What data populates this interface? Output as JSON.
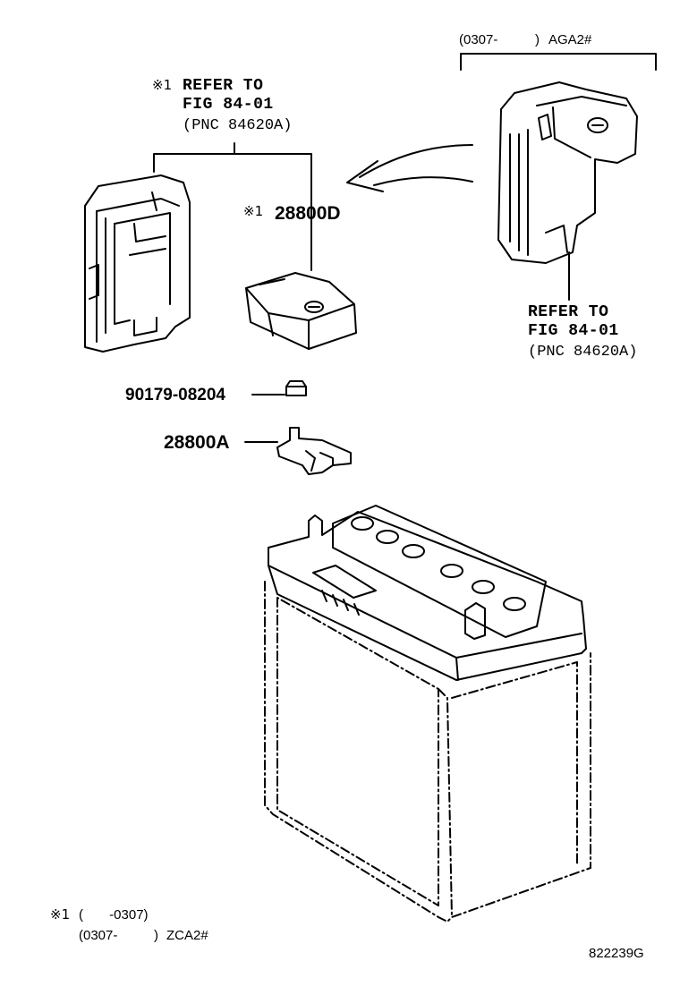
{
  "header_note": {
    "open": "(0307-",
    "close": ")",
    "model": "AGA2#"
  },
  "left_ref": {
    "mark": "※1",
    "line1": "REFER TO",
    "line2": "FIG 84-01",
    "line3": "(PNC 84620A)"
  },
  "right_ref": {
    "line1": "REFER TO",
    "line2": "FIG 84-01",
    "line3": "(PNC 84620A)"
  },
  "parts": {
    "cover_mark": "※1",
    "cover": "28800D",
    "nut": "90179-08204",
    "terminal": "28800A"
  },
  "footnote": {
    "mark": "※1",
    "line1": "(       -0307)",
    "line2_open": "(0307-",
    "line2_close": ")",
    "line2_model": "ZCA2#"
  },
  "figure_code": "822239G"
}
